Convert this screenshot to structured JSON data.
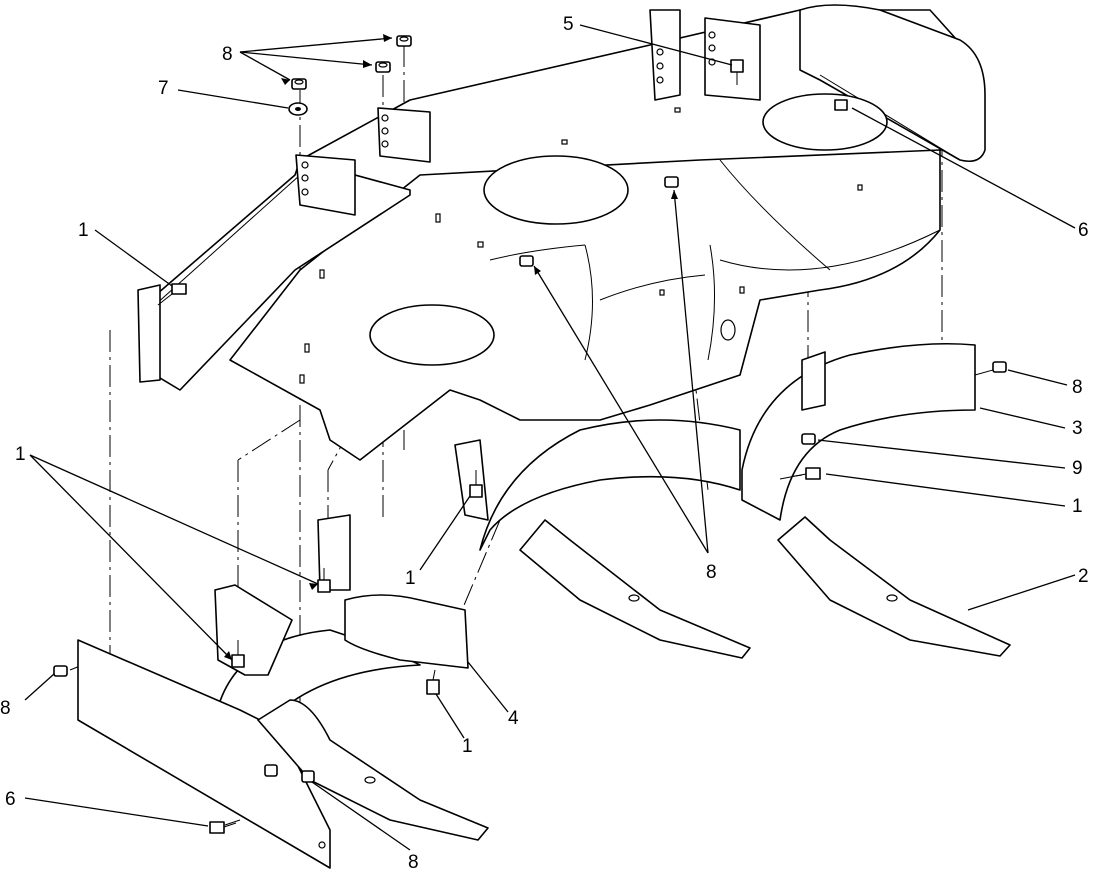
{
  "callouts": [
    {
      "id": "c1a",
      "text": "1"
    },
    {
      "id": "c1b",
      "text": "1"
    },
    {
      "id": "c1c",
      "text": "1"
    },
    {
      "id": "c1d",
      "text": "1"
    },
    {
      "id": "c1e",
      "text": "1"
    },
    {
      "id": "c2",
      "text": "2"
    },
    {
      "id": "c3",
      "text": "3"
    },
    {
      "id": "c4",
      "text": "4"
    },
    {
      "id": "c5",
      "text": "5"
    },
    {
      "id": "c6a",
      "text": "6"
    },
    {
      "id": "c6b",
      "text": "6"
    },
    {
      "id": "c7",
      "text": "7"
    },
    {
      "id": "c8a",
      "text": "8"
    },
    {
      "id": "c8b",
      "text": "8"
    },
    {
      "id": "c8c",
      "text": "8"
    },
    {
      "id": "c8d",
      "text": "8"
    },
    {
      "id": "c8e",
      "text": "8"
    },
    {
      "id": "c9",
      "text": "9"
    }
  ]
}
